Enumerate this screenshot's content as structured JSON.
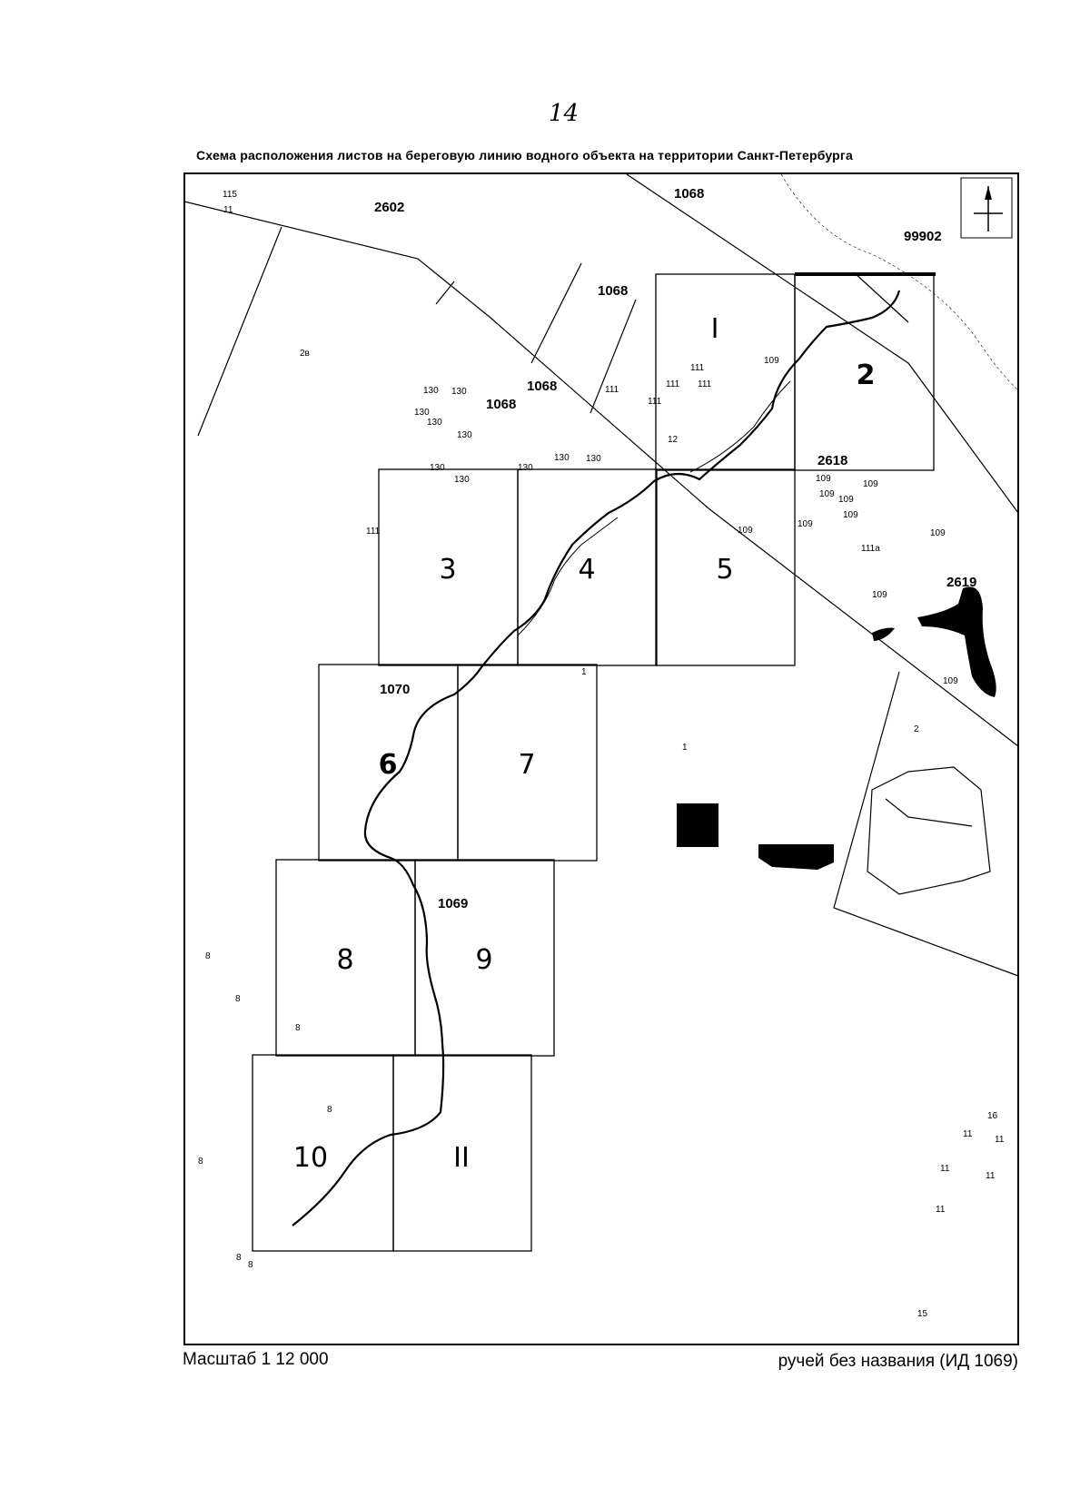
{
  "page_number": "14",
  "title": "Схема расположения листов на береговую линию водного объекта на территории Санкт-Петербурга",
  "scale": "Масштаб 1   12 000",
  "caption": "ручей без названия (ИД 1069)",
  "sheets": [
    {
      "id": "1",
      "label": "I"
    },
    {
      "id": "2",
      "label": "2"
    },
    {
      "id": "3",
      "label": "3"
    },
    {
      "id": "4",
      "label": "4"
    },
    {
      "id": "5",
      "label": "5"
    },
    {
      "id": "6",
      "label": "6"
    },
    {
      "id": "7",
      "label": "7"
    },
    {
      "id": "8",
      "label": "8"
    },
    {
      "id": "9",
      "label": "9"
    },
    {
      "id": "10",
      "label": "10"
    },
    {
      "id": "11",
      "label": "II"
    }
  ],
  "zone_labels": [
    "2602",
    "1068",
    "99902",
    "1068",
    "1068",
    "1068",
    "2618",
    "2619",
    "1070",
    "1069"
  ],
  "parcel_labels": [
    "115",
    "11",
    "2в",
    "130",
    "130",
    "130",
    "130",
    "130",
    "130",
    "130",
    "130",
    "130",
    "130",
    "111",
    "111",
    "111",
    "111",
    "111",
    "111",
    "12",
    "109",
    "109",
    "109",
    "109",
    "109",
    "109",
    "111а",
    "109",
    "109",
    "109",
    "109",
    "109",
    "1",
    "1",
    "2",
    "8",
    "8",
    "8",
    "8",
    "8",
    "8",
    "8",
    "11",
    "11",
    "11",
    "11",
    "11",
    "15",
    "16"
  ],
  "colors": {
    "ink": "#000000",
    "paper": "#ffffff"
  }
}
